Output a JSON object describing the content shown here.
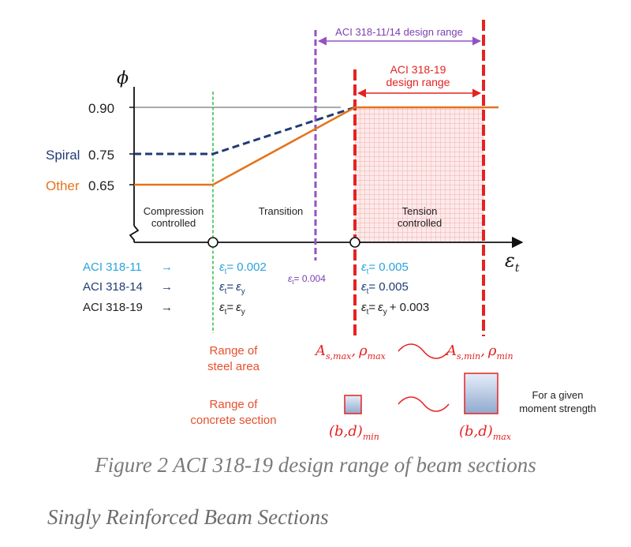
{
  "axes": {
    "y_symbol": "ϕ",
    "x_symbol": "ε",
    "x_symbol_sub": "t",
    "y_tick_090": "0.90",
    "y_tick_075": "0.75",
    "y_tick_065": "0.65",
    "spiral_label": "Spiral",
    "other_label": "Other"
  },
  "zones": {
    "compression_line1": "Compression",
    "compression_line2": "controlled",
    "transition": "Transition",
    "tension_line1": "Tension",
    "tension_line2": "controlled"
  },
  "ranges": {
    "aci_11_14_range": "ACI 318-11/14 design range",
    "aci_19_range_line1": "ACI 318-19",
    "aci_19_range_line2": "design range"
  },
  "codes": {
    "aci_318_11": "ACI 318-11",
    "aci_318_14": "ACI 318-14",
    "aci_318_19": "ACI 318-19",
    "arrow": "→"
  },
  "strain_labels": {
    "eps": "ε",
    "t": "t",
    "y": "y",
    "c11_left_value": "= 0.002",
    "c14_left_value": "=",
    "c19_left_value": "=",
    "mid_value": "= 0.004",
    "c11_right_value": "= 0.005",
    "c14_right_value": "= 0.005",
    "c19_right_mid": "=",
    "c19_right_tail": "+ 0.003"
  },
  "lower": {
    "steel_line1": "Range of",
    "steel_line2": "steel area",
    "concrete_line1": "Range of",
    "concrete_line2": "concrete section",
    "a_letter": "A",
    "smax_sub": "s,max",
    "rho": "ρ",
    "max_sub": "max",
    "smin_sub": "s,min",
    "min_sub": "min",
    "comma": ",",
    "bd": "(b,d)",
    "bd_min_sub": "min",
    "bd_max_sub": "max",
    "given_line1": "For a given",
    "given_line2": "moment strength"
  },
  "colors": {
    "orange": "#e5731c",
    "navy": "#1f3c73",
    "green": "#3cbf55",
    "purple": "#9352c4",
    "red": "#e52222",
    "cyan": "#2aa3dc",
    "dark_text": "#222222"
  },
  "caption": "Figure 2  ACI 318-19 design range of beam sections",
  "heading": "Singly Reinforced Beam Sections"
}
